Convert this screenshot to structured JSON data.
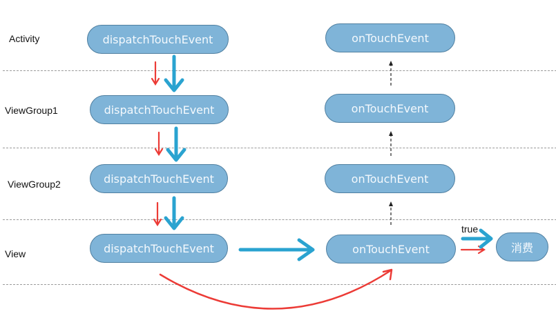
{
  "layers": {
    "activity": "Activity",
    "viewgroup1": "ViewGroup1",
    "viewgroup2": "ViewGroup2",
    "view": "View"
  },
  "dispatch": {
    "activity": "dispatchTouchEvent",
    "viewgroup1": "dispatchTouchEvent",
    "viewgroup2": "dispatchTouchEvent",
    "view": "dispatchTouchEvent"
  },
  "ontouch": {
    "activity": "onTouchEvent",
    "viewgroup1": "onTouchEvent",
    "viewgroup2": "onTouchEvent",
    "view": "onTouchEvent"
  },
  "consume": "消费",
  "true_label": "true",
  "colors": {
    "pill_fill": "#7fb4d8",
    "pill_border": "#4f7fa0",
    "blue_arrow": "#2aa3d0",
    "red_arrow": "#ec3b36",
    "dashed_arrow": "#222222"
  }
}
